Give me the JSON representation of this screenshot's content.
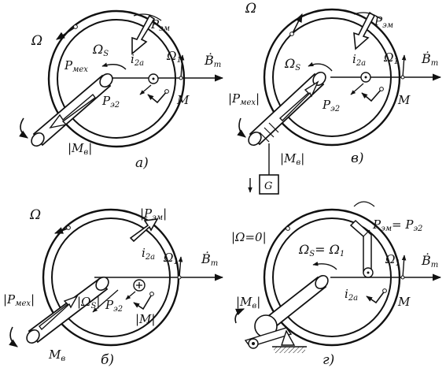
{
  "colors": {
    "ink": "#111111",
    "paper": "#ffffff"
  },
  "panels": [
    {
      "id": "a",
      "caption": "а)",
      "labels": {
        "omega": "Ω",
        "omega_s": "Ω",
        "omega_s_sub": "S",
        "omega_1": "Ω",
        "omega_1_sub": "1",
        "b_m": "Ḃ",
        "b_m_sub": "m",
        "p_em": "P",
        "p_em_sub": "эм",
        "p_mech": "P",
        "p_mech_sub": "мех",
        "p_e2": "P",
        "p_e2_sub": "э2",
        "i_2a": "i",
        "i_2a_sub": "2a",
        "m": "M",
        "m_v": "|M",
        "m_v_sub": "в",
        "m_v_close": "|"
      }
    },
    {
      "id": "v",
      "caption": "в)",
      "labels": {
        "omega": "Ω",
        "omega_s": "Ω",
        "omega_s_sub": "S",
        "omega_1": "Ω",
        "omega_1_sub": "1",
        "b_m": "Ḃ",
        "b_m_sub": "m",
        "p_em": "P",
        "p_em_sub": "эм",
        "p_mech": "|P",
        "p_mech_sub": "мех",
        "p_mech_close": "|",
        "p_e2": "P",
        "p_e2_sub": "э2",
        "i_2a": "i",
        "i_2a_sub": "2a",
        "m": "M",
        "m_v": "|M",
        "m_v_sub": "в",
        "m_v_close": "|",
        "weight": "G"
      }
    },
    {
      "id": "b",
      "caption": "б)",
      "labels": {
        "omega": "Ω",
        "omega_s": "|Ω",
        "omega_s_sub": "S",
        "omega_s_close": "|",
        "omega_1": "Ω",
        "omega_1_sub": "1",
        "b_m": "Ḃ",
        "b_m_sub": "m",
        "p_em": "|P",
        "p_em_sub": "эм",
        "p_em_close": "|",
        "p_mech": "|P",
        "p_mech_sub": "мех",
        "p_mech_close": "|",
        "p_e2": "P",
        "p_e2_sub": "э2",
        "i_2a": "i",
        "i_2a_sub": "2a",
        "m": "|M|",
        "m_v": "M",
        "m_v_sub": "в"
      }
    },
    {
      "id": "g",
      "caption": "г)",
      "labels": {
        "omega_zero": "|Ω=0|",
        "omega_s": "Ω",
        "omega_s_sub": "S",
        "omega_s_eq": "= Ω",
        "omega_s_eq_sub": "1",
        "omega_1": "Ω",
        "omega_1_sub": "1",
        "b_m": "Ḃ",
        "b_m_sub": "m",
        "p_em": "P",
        "p_em_sub": "эм",
        "p_eq": "= P",
        "p_eq_sub": "э2",
        "i_2a": "i",
        "i_2a_sub": "2a",
        "m": "M",
        "m_v": "|M",
        "m_v_sub": "в",
        "m_v_close": "|"
      }
    }
  ]
}
